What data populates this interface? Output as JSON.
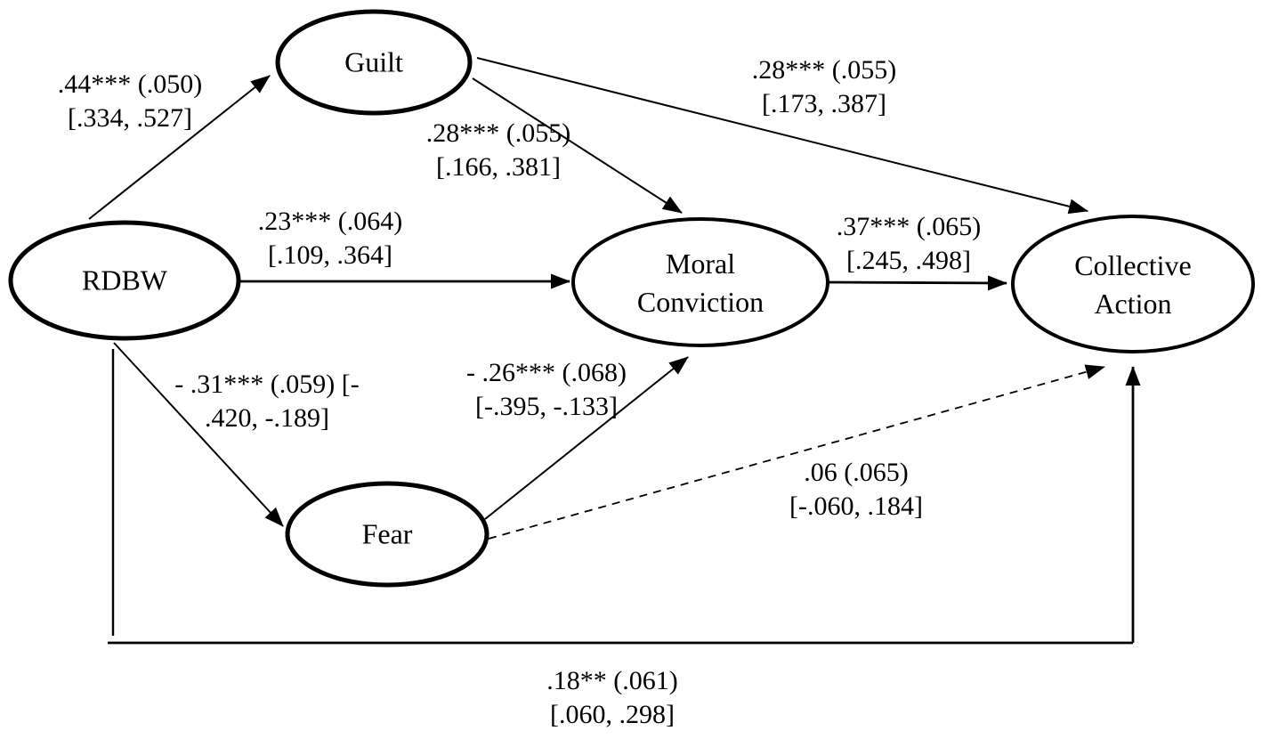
{
  "diagram": {
    "type": "path-model",
    "colors": {
      "line": "#000000",
      "background": "#ffffff"
    },
    "nodes": [
      {
        "id": "rdbw",
        "label": "RDBW"
      },
      {
        "id": "guilt",
        "label": "Guilt"
      },
      {
        "id": "fear",
        "label": "Fear"
      },
      {
        "id": "moral-conviction",
        "label": "Moral Conviction",
        "line1": "Moral",
        "line2": "Conviction"
      },
      {
        "id": "collective-action",
        "label": "Collective Action",
        "line1": "Collective",
        "line2": "Action"
      }
    ],
    "edges": [
      {
        "from": "RDBW",
        "to": "Guilt",
        "style": "solid",
        "estimate": ".44*** (.050)",
        "ci": "[.334, .527]"
      },
      {
        "from": "RDBW",
        "to": "Moral Conviction",
        "style": "solid",
        "estimate": ".23*** (.064)",
        "ci": "[.109, .364]"
      },
      {
        "from": "RDBW",
        "to": "Fear",
        "style": "solid",
        "estimate": "- .31*** (.059) [-",
        "ci": ".420, -.189]"
      },
      {
        "from": "Guilt",
        "to": "Moral Conviction",
        "style": "solid",
        "estimate": ".28*** (.055)",
        "ci": "[.166, .381]"
      },
      {
        "from": "Guilt",
        "to": "Collective Action",
        "style": "solid",
        "estimate": ".28*** (.055)",
        "ci": "[.173, .387]"
      },
      {
        "from": "Fear",
        "to": "Moral Conviction",
        "style": "solid",
        "estimate": "- .26*** (.068)",
        "ci": "[-.395, -.133]"
      },
      {
        "from": "Fear",
        "to": "Collective Action",
        "style": "dashed",
        "estimate": ".06 (.065)",
        "ci": "[-.060, .184]"
      },
      {
        "from": "Moral Conviction",
        "to": "Collective Action",
        "style": "solid",
        "estimate": ".37*** (.065)",
        "ci": "[.245, .498]"
      },
      {
        "from": "RDBW",
        "to": "Collective Action",
        "style": "solid",
        "estimate": ".18** (.061)",
        "ci": "[.060, .298]"
      }
    ]
  }
}
